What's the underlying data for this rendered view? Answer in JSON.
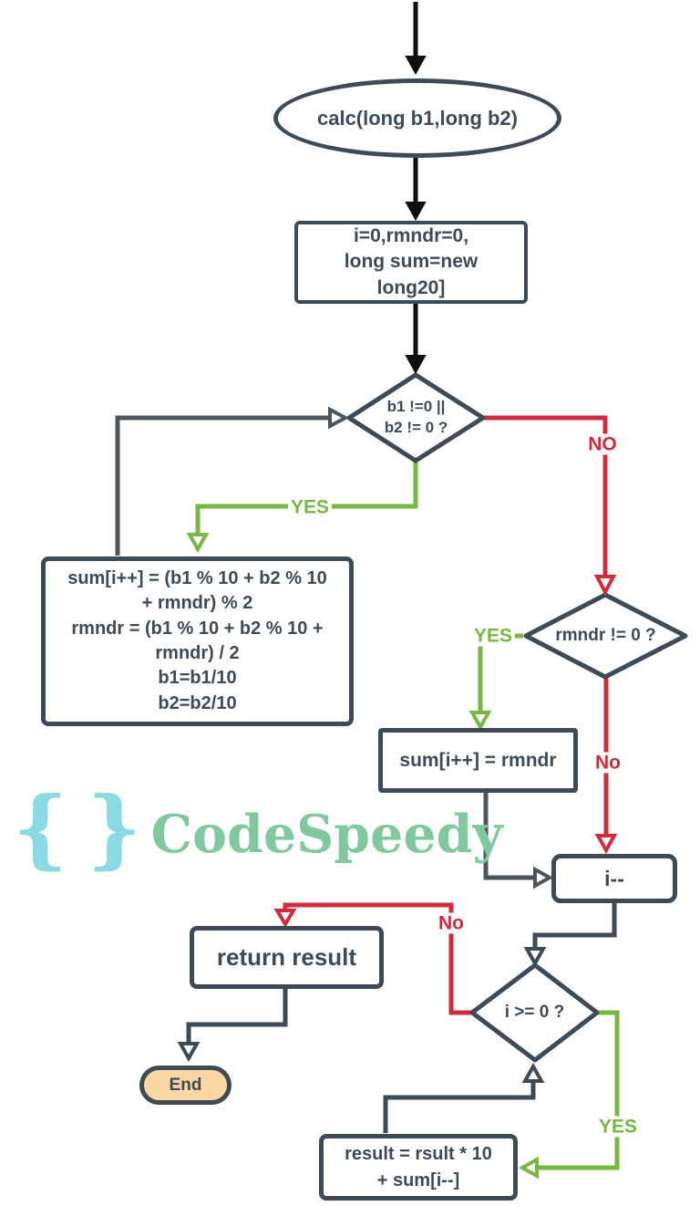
{
  "title": "binary addition flowchart",
  "colors": {
    "slate": "#3e4a56",
    "black": "#0e0e0e",
    "gray": "#4d545b",
    "red": "#ce2b3c",
    "green": "#76b843",
    "endfill": "#fbd7a3",
    "logocyan": "#8bd9e2",
    "logogreen": "#80c89d"
  },
  "nodes": {
    "start": {
      "label": "calc(long b1,long b2)"
    },
    "init": {
      "lines": [
        "i=0,rmndr=0,",
        "long sum=new",
        "long20]"
      ]
    },
    "loop_cond": {
      "lines": [
        "b1 !=0 ||",
        "b2 != 0 ?"
      ]
    },
    "process": {
      "lines": [
        "sum[i++] = (b1 % 10 + b2 % 10",
        "+ rmndr) % 2",
        "rmndr = (b1 % 10 + b2 % 10 +",
        "rmndr) / 2",
        "b1=b1/10",
        "b2=b2/10"
      ]
    },
    "rmndr_cond": {
      "label": "rmndr != 0 ?"
    },
    "store_rmndr": {
      "label": "sum[i++] = rmndr"
    },
    "decrement": {
      "label": "i--"
    },
    "i_cond": {
      "label": "i >= 0 ?"
    },
    "return_result": {
      "label": "return result"
    },
    "end": {
      "label": "End"
    },
    "build_result": {
      "lines": [
        "result = rsult * 10",
        "+ sum[i--]"
      ]
    }
  },
  "edge_labels": {
    "yes1": "YES",
    "no1": "NO",
    "yes2": "YES",
    "no2": "No",
    "no3": "No",
    "yes3": "YES"
  },
  "logo": {
    "braces": "{ }",
    "brand": "CodeSpeedy"
  }
}
